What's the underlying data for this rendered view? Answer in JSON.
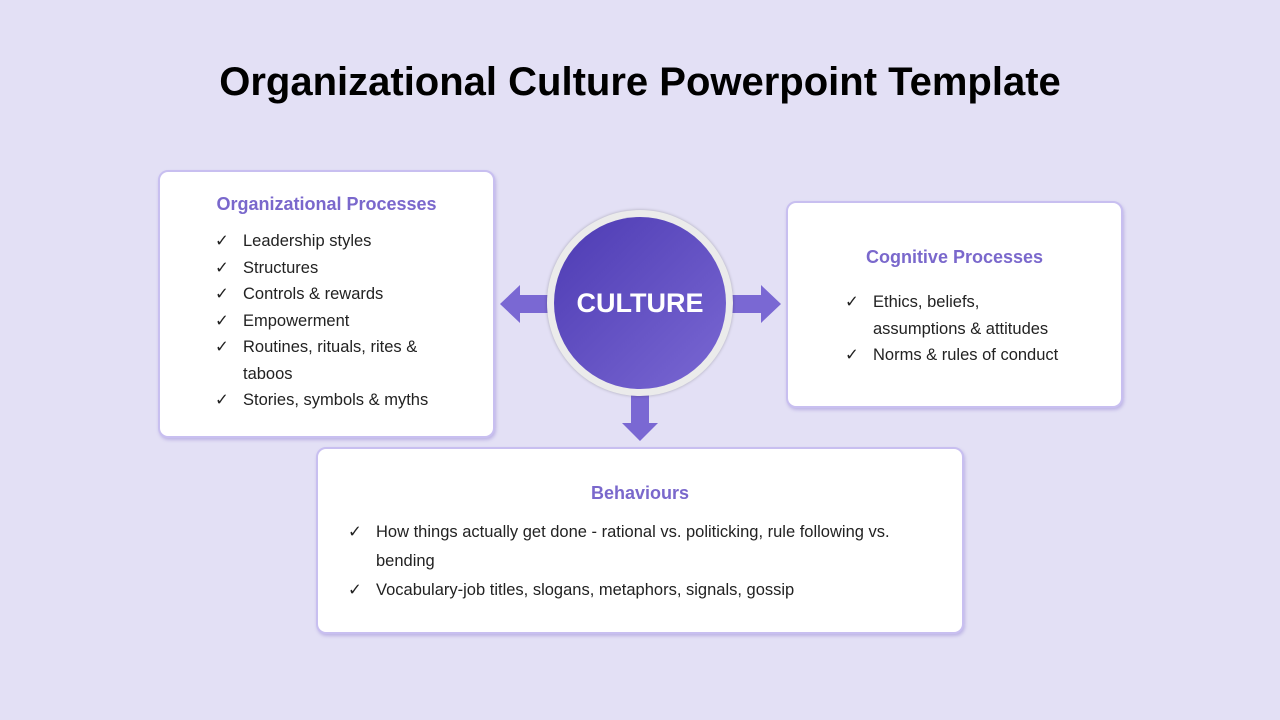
{
  "title": "Organizational Culture Powerpoint Template",
  "center": "CULTURE",
  "check": "✓",
  "accent": "#7a68cc",
  "org": {
    "title": "Organizational Processes",
    "items": [
      "Leadership styles",
      "Structures",
      "Controls & rewards",
      "Empowerment",
      "Routines, rituals, rites & taboos",
      "Stories, symbols & myths"
    ]
  },
  "cog": {
    "title": "Cognitive Processes",
    "items": [
      "Ethics, beliefs, assumptions & attitudes",
      "Norms & rules of conduct"
    ]
  },
  "beh": {
    "title": "Behaviours",
    "items": [
      "How things actually get done - rational vs. politicking, rule following vs. bending",
      "Vocabulary-job titles, slogans, metaphors, signals, gossip"
    ]
  }
}
